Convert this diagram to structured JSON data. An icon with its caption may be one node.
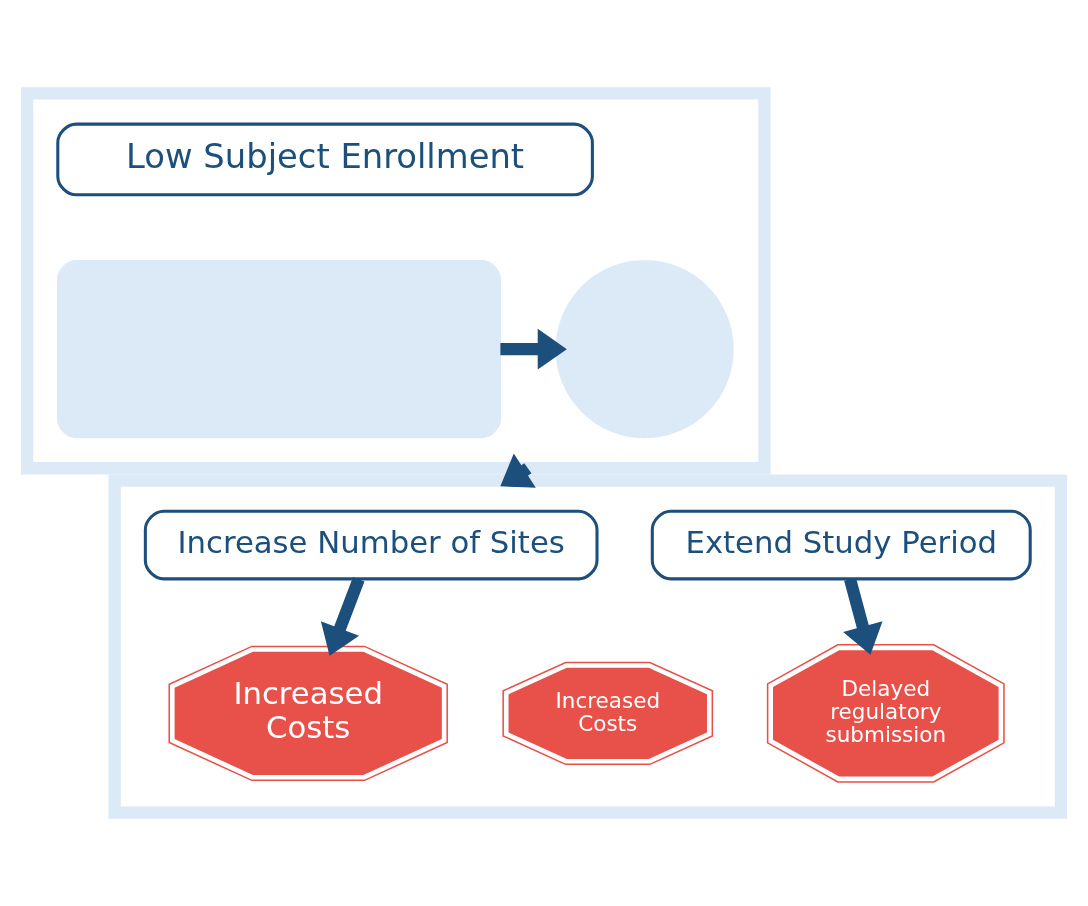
{
  "diagram": {
    "nodes": [
      {
        "text": [],
        "shape": "box"
      },
      {
        "text": [
          "Low Subject Enrollment"
        ],
        "in": 0
      },
      {
        "text": [],
        "shape": "box",
        "in": 0
      },
      {
        "text": [],
        "shape": "circle",
        "in": 0
      },
      {
        "text": [],
        "shape": "box"
      },
      {
        "text": [
          "Increase Number of Sites"
        ],
        "in": 4
      },
      {
        "text": [
          "Extend Study Period"
        ],
        "in": 4
      },
      {
        "text": [
          "Increased Costs"
        ],
        "in": 4
      },
      {
        "text": [
          "Increased Costs"
        ],
        "in": 4
      },
      {
        "text": [
          "Delayed regulatory submission"
        ],
        "in": 4
      }
    ],
    "edges": [
      {
        "from": 2,
        "to": 3,
        "arrow": "to"
      },
      {
        "from": 0,
        "to": 4,
        "arrow": "to"
      },
      {
        "from": 5,
        "to": 7,
        "arrow": "to"
      },
      {
        "from": 6,
        "to": 9,
        "arrow": "to"
      }
    ]
  }
}
